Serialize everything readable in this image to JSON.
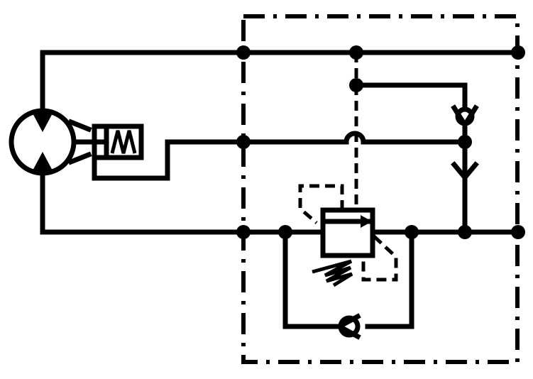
{
  "diagram": {
    "kind": "hydraulic-schematic",
    "line_color": "#000000",
    "background": "#ffffff",
    "components": [
      "bidirectional-hydraulic-motor",
      "spring-applied-brake-cylinder",
      "pilot-check-valve",
      "pressure-relief-valve",
      "check-valve",
      "valve-block-enclosure"
    ]
  }
}
